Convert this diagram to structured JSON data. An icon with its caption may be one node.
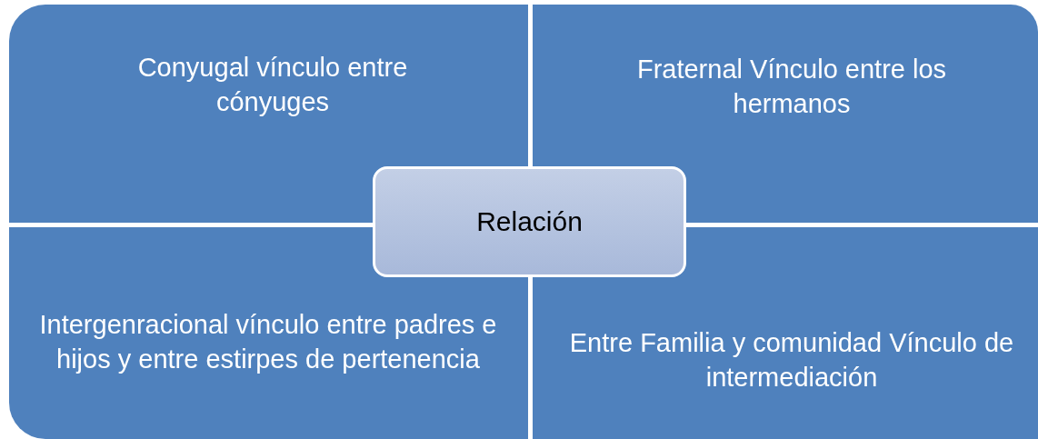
{
  "diagram": {
    "nodes": [
      {
        "text": [
          "Conyugal vínculo entre cónyuges"
        ]
      },
      {
        "text": [
          "Fraternal Vínculo entre los hermanos"
        ]
      },
      {
        "text": [
          "Relación"
        ]
      },
      {
        "text": [
          "Intergenracional vínculo entre padres e hijos y entre estirpes de pertenencia"
        ]
      },
      {
        "text": [
          "Entre Familia y comunidad Vínculo de intermediación"
        ]
      }
    ]
  }
}
